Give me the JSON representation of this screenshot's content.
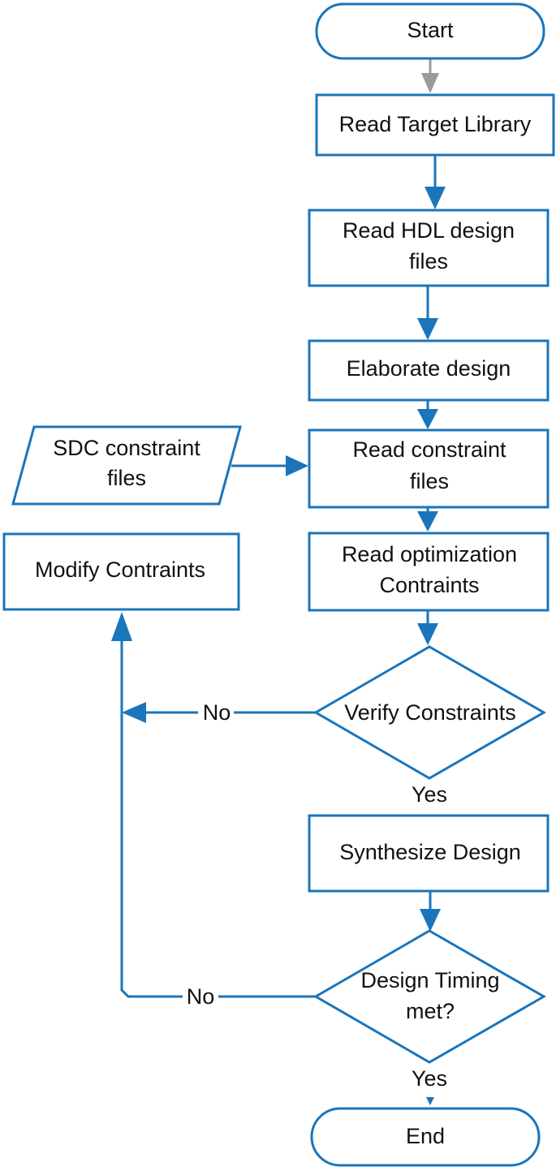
{
  "colors": {
    "accent": "#1a75bb",
    "start_arrow": "#9a9a9a",
    "text": "#111111",
    "background": "#ffffff"
  },
  "nodes": {
    "start": {
      "shape": "terminal",
      "lines": [
        "Start"
      ]
    },
    "read_target_library": {
      "shape": "process",
      "lines": [
        "Read Target Library"
      ]
    },
    "read_hdl": {
      "shape": "process",
      "lines": [
        "Read HDL design",
        "files"
      ]
    },
    "elaborate": {
      "shape": "process",
      "lines": [
        "Elaborate design"
      ]
    },
    "sdc_files": {
      "shape": "data",
      "lines": [
        "SDC constraint",
        "files"
      ]
    },
    "read_constraint": {
      "shape": "process",
      "lines": [
        "Read constraint",
        "files"
      ]
    },
    "modify_constraints": {
      "shape": "process",
      "lines": [
        "Modify Contraints"
      ]
    },
    "read_optimization": {
      "shape": "process",
      "lines": [
        "Read optimization",
        "Contraints"
      ]
    },
    "verify_constraints": {
      "shape": "decision",
      "lines": [
        "Verify Constraints"
      ]
    },
    "synthesize": {
      "shape": "process",
      "lines": [
        "Synthesize Design"
      ]
    },
    "timing_met": {
      "shape": "decision",
      "lines": [
        "Design Timing",
        "met?"
      ]
    },
    "end": {
      "shape": "terminal",
      "lines": [
        "End"
      ]
    }
  },
  "edges": [
    {
      "from": "start",
      "to": "read_target_library",
      "label": ""
    },
    {
      "from": "read_target_library",
      "to": "read_hdl",
      "label": ""
    },
    {
      "from": "read_hdl",
      "to": "elaborate",
      "label": ""
    },
    {
      "from": "elaborate",
      "to": "read_constraint",
      "label": ""
    },
    {
      "from": "sdc_files",
      "to": "read_constraint",
      "label": ""
    },
    {
      "from": "read_constraint",
      "to": "read_optimization",
      "label": ""
    },
    {
      "from": "read_optimization",
      "to": "verify_constraints",
      "label": ""
    },
    {
      "from": "verify_constraints",
      "to": "modify_constraints",
      "label": "No"
    },
    {
      "from": "verify_constraints",
      "to": "synthesize",
      "label": "Yes"
    },
    {
      "from": "synthesize",
      "to": "timing_met",
      "label": ""
    },
    {
      "from": "timing_met",
      "to": "modify_constraints",
      "label": "No"
    },
    {
      "from": "timing_met",
      "to": "end",
      "label": "Yes"
    }
  ]
}
